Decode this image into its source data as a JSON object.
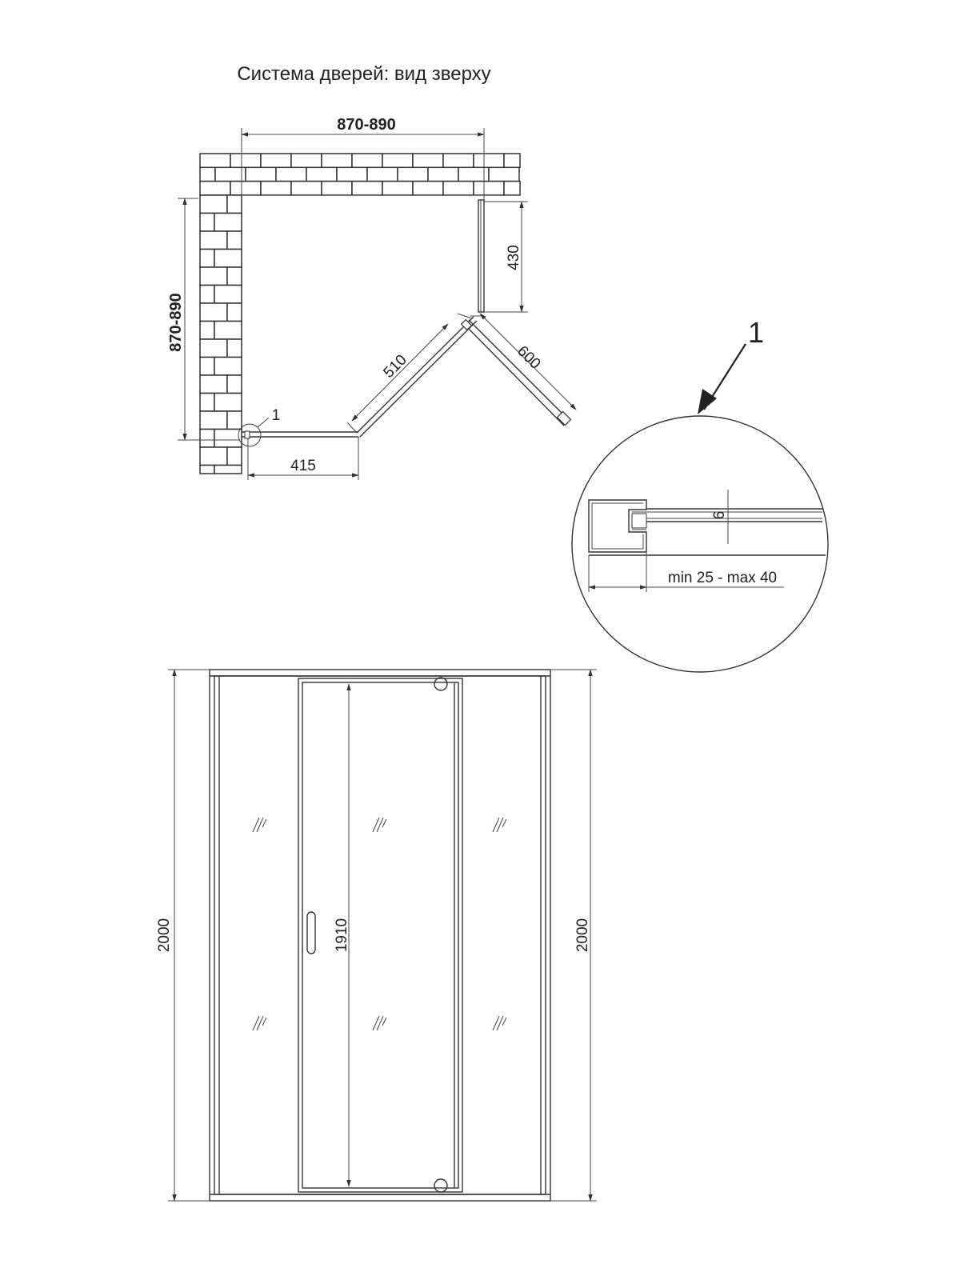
{
  "title": "Система дверей: вид зверху",
  "top_view": {
    "dim_top_width": "870-890",
    "dim_left_depth": "870-890",
    "dim_right_panel": "430",
    "dim_door_panel": "510",
    "dim_door_swing": "600",
    "dim_front_panel": "415",
    "callout_label": "1"
  },
  "detail": {
    "callout_label": "1",
    "dim_glass": "6",
    "dim_profile_range": "min 25 - max 40"
  },
  "front_view": {
    "dim_height_left": "2000",
    "dim_height_right": "2000",
    "dim_door_height": "1910"
  }
}
